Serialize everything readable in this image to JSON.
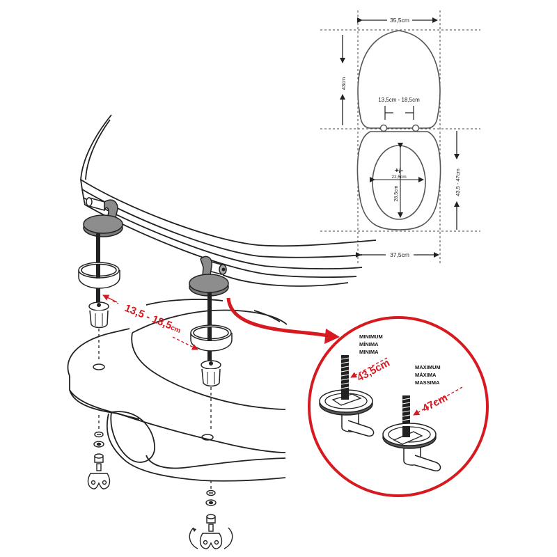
{
  "dimensions": {
    "lid_width": "35,5cm",
    "lid_length": "43cm",
    "hinge_span": "13,5cm - 18,5cm",
    "plus_minus": "+/-",
    "hole_width": "22,5cm",
    "hole_length": "28,5cm",
    "ring_length": "43,5 - 47cm",
    "ring_width": "37,5cm"
  },
  "fixing": {
    "hole_distance_number": "13,5 - 18,5",
    "hole_distance_unit": "cm"
  },
  "detail": {
    "min_labels": [
      "MINIMUM",
      "MÍNIMA",
      "MINIMA"
    ],
    "min_value": "43,5cm",
    "max_labels": [
      "MAXIMUM",
      "MÁXIMA",
      "MASSIMA"
    ],
    "max_value": "47cm"
  },
  "colors": {
    "accent": "#d71920",
    "line": "#222222",
    "hinge_gray": "#7a7a7a"
  }
}
